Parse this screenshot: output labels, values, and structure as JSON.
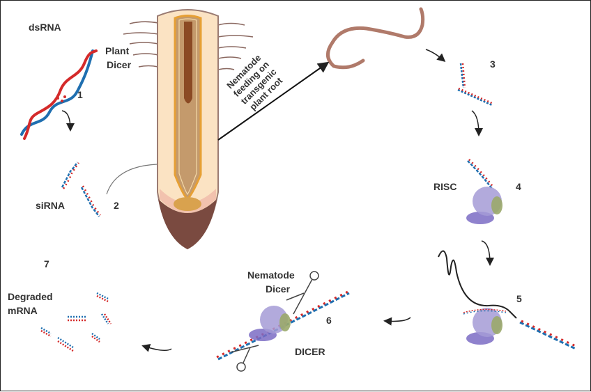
{
  "labels": {
    "dsrna": "dsRNA",
    "plant_dicer_1": "Plant",
    "plant_dicer_2": "Dicer",
    "sirna": "siRNA",
    "nematode_feeding": [
      "Nematode",
      "feeding on",
      "transgenic",
      "plant root"
    ],
    "risc": "RISC",
    "nematode_dicer_1": "Nematode",
    "nematode_dicer_2": "Dicer",
    "dicer": "DICER",
    "degraded_1": "Degraded",
    "degraded_2": "mRNA"
  },
  "steps": [
    "1",
    "2",
    "3",
    "4",
    "5",
    "6",
    "7"
  ],
  "colors": {
    "strand_red": "#d42a2a",
    "strand_blue": "#1f6fb0",
    "root_outer": "#fbe3c3",
    "root_cap": "#7a4a40",
    "root_core": "#c49a6c",
    "root_vascular": "#8b4a24",
    "root_ring": "#e6a035",
    "nematode": "#b07a6a",
    "protein_purple": "#a59bd6",
    "protein_dark": "#7b6cc4",
    "protein_green": "#9aa86a",
    "text": "#333333"
  }
}
